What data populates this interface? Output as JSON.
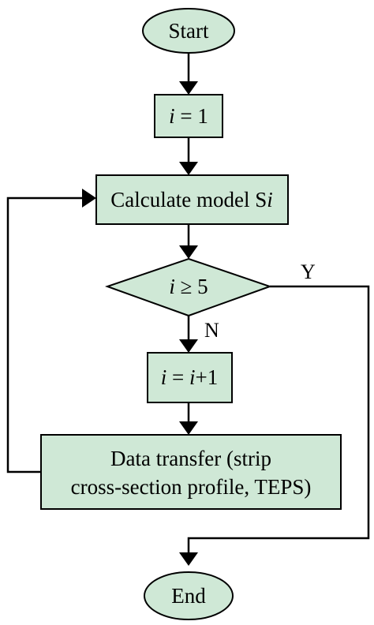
{
  "colors": {
    "node_fill": "#cfe8d6",
    "stroke": "#000000",
    "background": "#ffffff"
  },
  "nodes": {
    "start": {
      "shape": "ellipse",
      "label": "Start"
    },
    "init": {
      "shape": "rectangle",
      "label": "i = 1"
    },
    "calculate": {
      "shape": "rectangle",
      "label_prefix": "Calculate model S",
      "label_var": "i"
    },
    "decision": {
      "shape": "diamond",
      "label_var": "i",
      "label_rest": " ≥ 5"
    },
    "increment": {
      "shape": "rectangle",
      "label_var1": "i",
      "label_mid": " = ",
      "label_var2": "i",
      "label_suffix": "+1"
    },
    "transfer": {
      "shape": "rectangle",
      "line1": "Data transfer (strip",
      "line2": "cross-section profile, TEPS)"
    },
    "end": {
      "shape": "ellipse",
      "label": "End"
    }
  },
  "edges": {
    "yes_label": "Y",
    "no_label": "N"
  }
}
